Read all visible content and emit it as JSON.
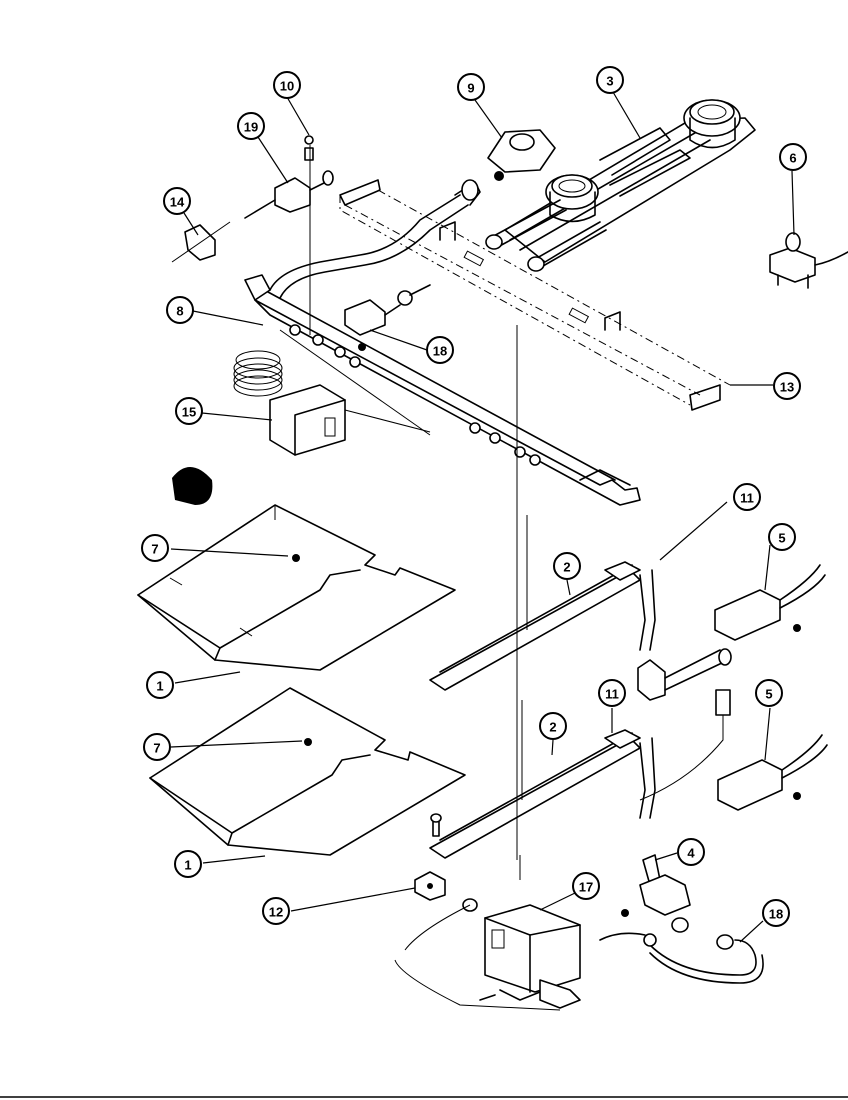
{
  "callouts": [
    {
      "id": "c10",
      "label": "10"
    },
    {
      "id": "c19",
      "label": "19"
    },
    {
      "id": "c14",
      "label": "14"
    },
    {
      "id": "c9",
      "label": "9"
    },
    {
      "id": "c3",
      "label": "3"
    },
    {
      "id": "c6",
      "label": "6"
    },
    {
      "id": "c8",
      "label": "8"
    },
    {
      "id": "c18a",
      "label": "18"
    },
    {
      "id": "c13",
      "label": "13"
    },
    {
      "id": "c15",
      "label": "15"
    },
    {
      "id": "c11a",
      "label": "11"
    },
    {
      "id": "c5a",
      "label": "5"
    },
    {
      "id": "c7a",
      "label": "7"
    },
    {
      "id": "c2a",
      "label": "2"
    },
    {
      "id": "c1a",
      "label": "1"
    },
    {
      "id": "c11b",
      "label": "11"
    },
    {
      "id": "c5b",
      "label": "5"
    },
    {
      "id": "c7b",
      "label": "7"
    },
    {
      "id": "c2b",
      "label": "2"
    },
    {
      "id": "c4",
      "label": "4"
    },
    {
      "id": "c1b",
      "label": "1"
    },
    {
      "id": "c17",
      "label": "17"
    },
    {
      "id": "c12",
      "label": "12"
    },
    {
      "id": "c18b",
      "label": "18"
    }
  ]
}
